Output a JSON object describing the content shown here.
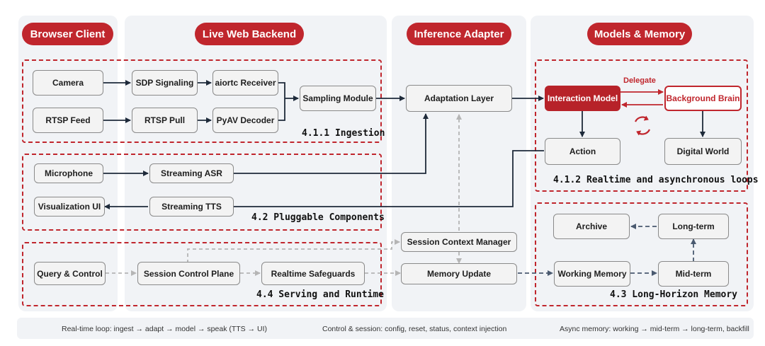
{
  "columns": {
    "browser": "Browser Client",
    "backend": "Live Web Backend",
    "adapter": "Inference Adapter",
    "models": "Models & Memory"
  },
  "groups": {
    "ingestion": "4.1.1 Ingestion",
    "pluggable": "4.2 Pluggable Components",
    "serving": "4.4 Serving and Runtime",
    "realtime": "4.1.2 Realtime and asynchronous loops",
    "memory": "4.3 Long-Horizon Memory"
  },
  "nodes": {
    "camera": "Camera",
    "rtsp_feed": "RTSP Feed",
    "sdp": "SDP Signaling",
    "rtsp_pull": "RTSP Pull",
    "aiortc": "aiortc Receiver",
    "pyav": "PyAV Decoder",
    "sampling": "Sampling Module",
    "adaptation": "Adaptation Layer",
    "interaction": "Interaction Model",
    "background": "Background Brain",
    "action": "Action",
    "digital_world": "Digital World",
    "microphone": "Microphone",
    "streaming_asr": "Streaming ASR",
    "visualization": "Visualization UI",
    "streaming_tts": "Streaming TTS",
    "session_ctx": "Session Context Manager",
    "query": "Query & Control",
    "session_ctrl": "Session Control Plane",
    "safeguards": "Realtime Safeguards",
    "memory_update": "Memory Update",
    "archive": "Archive",
    "long_term": "Long-term",
    "working_memory": "Working Memory",
    "mid_term": "Mid-term"
  },
  "delegate_label": "Delegate",
  "legend": {
    "realtime": "Real-time loop: ingest → adapt → model → speak (TTS → UI)",
    "control": "Control & session: config, reset, status, context injection",
    "async": "Async memory: working → mid-term → long-term, backfill"
  },
  "colors": {
    "accent": "#c0262d",
    "solid": "#1e2a3a",
    "dashed_gray": "#b5b5b5",
    "dashed_blue": "#4a5a70"
  }
}
